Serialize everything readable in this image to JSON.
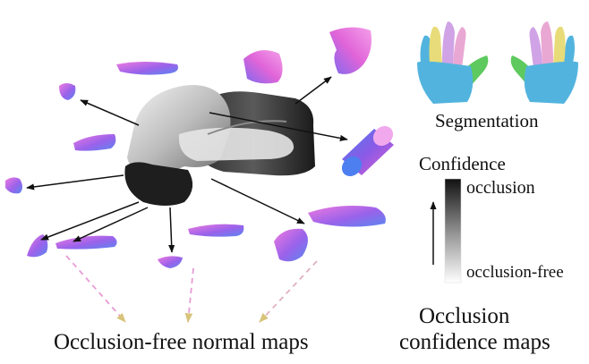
{
  "labels": {
    "segmentation": "Segmentation",
    "confidence": "Confidence",
    "occlusion": "occlusion",
    "occlusion_free": "occlusion-free",
    "conf_maps_line1": "Occlusion",
    "conf_maps_line2": "confidence maps",
    "normal_maps": "Occlusion-free normal maps"
  },
  "colors": {
    "normal_pink": "#f06ad8",
    "normal_purple": "#8a5ae6",
    "normal_blue": "#5a8cf0",
    "seg_blue": "#52b4de",
    "seg_yellow": "#e8dc7a",
    "seg_purple": "#cfa3e6",
    "seg_pink": "#e9a8d4",
    "seg_green": "#5ec95e",
    "dashed_pink": "#e79ad6",
    "dashed_tan": "#d8c47a"
  }
}
